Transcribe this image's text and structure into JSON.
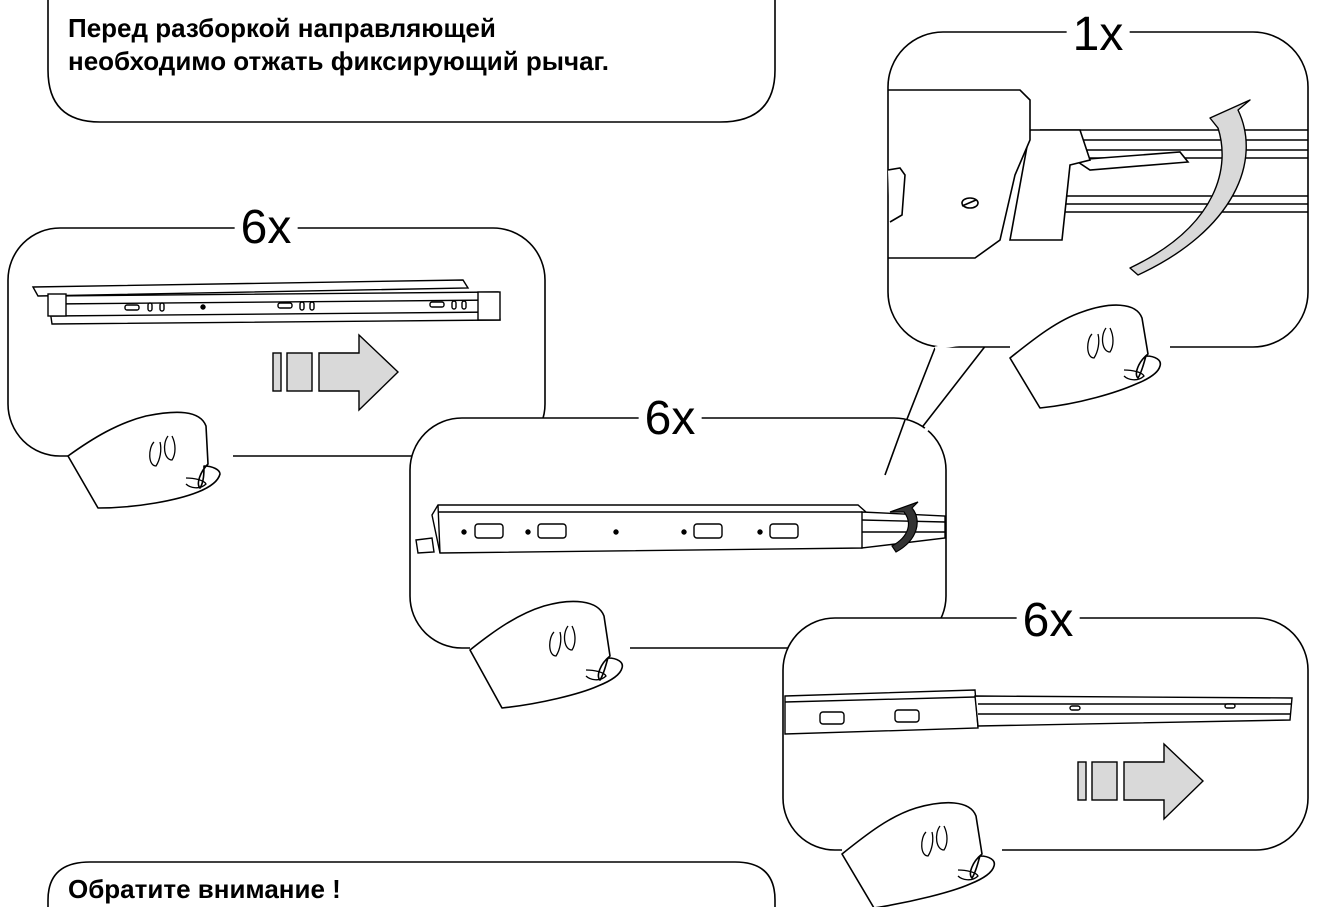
{
  "notes": {
    "top": {
      "line1": "Перед разборкой направляющей",
      "line2": "необходимо отжать фиксирующий рычаг."
    },
    "bottom": {
      "line1": "Обратите внимание !"
    }
  },
  "panels": [
    {
      "id": "left",
      "count": "6x",
      "direction_arrow": "right-arrow-icon"
    },
    {
      "id": "center",
      "count": "6x",
      "rotate_arrow": "curved-rotate-arrow-icon"
    },
    {
      "id": "zoom",
      "count": "1x",
      "rotate_arrow": "curved-rotate-arrow-icon"
    },
    {
      "id": "right",
      "count": "6x",
      "direction_arrow": "right-arrow-icon"
    }
  ],
  "colors": {
    "stroke": "#000000",
    "arrow_fill": "#d9d9d9",
    "rail_fill": "#ffffff"
  }
}
